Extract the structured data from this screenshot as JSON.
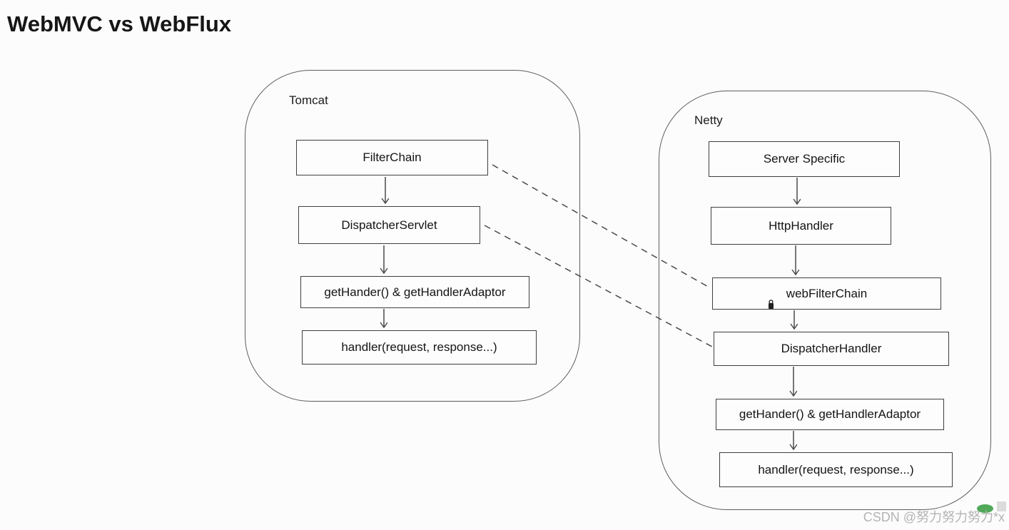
{
  "title": "WebMVC vs WebFlux",
  "diagram": {
    "tomcat": {
      "label": "Tomcat",
      "nodes": [
        {
          "id": "filterchain",
          "label": "FilterChain"
        },
        {
          "id": "dispatcherservlet",
          "label": "DispatcherServlet"
        },
        {
          "id": "gethandler-mvc",
          "label": "getHander() & getHandlerAdaptor"
        },
        {
          "id": "handler-mvc",
          "label": "handler(request, response...)"
        }
      ],
      "flow": [
        "FilterChain",
        "DispatcherServlet",
        "getHander() & getHandlerAdaptor",
        "handler(request, response...)"
      ]
    },
    "netty": {
      "label": "Netty",
      "nodes": [
        {
          "id": "serverspecific",
          "label": "Server Specific"
        },
        {
          "id": "httphandler",
          "label": "HttpHandler"
        },
        {
          "id": "webfilterchain",
          "label": "webFilterChain"
        },
        {
          "id": "dispatcherhandler",
          "label": "DispatcherHandler"
        },
        {
          "id": "gethandler-flux",
          "label": "getHander() & getHandlerAdaptor"
        },
        {
          "id": "handler-flux",
          "label": "handler(request, response...)"
        }
      ],
      "flow": [
        "Server Specific",
        "HttpHandler",
        "webFilterChain",
        "DispatcherHandler",
        "getHander() & getHandlerAdaptor",
        "handler(request, response...)"
      ]
    },
    "cross_links": [
      {
        "from": "FilterChain",
        "to": "webFilterChain",
        "style": "dashed"
      },
      {
        "from": "DispatcherServlet",
        "to": "DispatcherHandler",
        "style": "dashed"
      }
    ]
  },
  "watermark": {
    "text": "CSDN @努力努力努力*x"
  },
  "colors": {
    "background": "#fcfcfc",
    "box_border": "#3f3f3f",
    "group_border": "#5d5d5d",
    "text": "#141414",
    "watermark_text": "#b3b3b3",
    "watermark_dot_green": "#3d9e46"
  }
}
